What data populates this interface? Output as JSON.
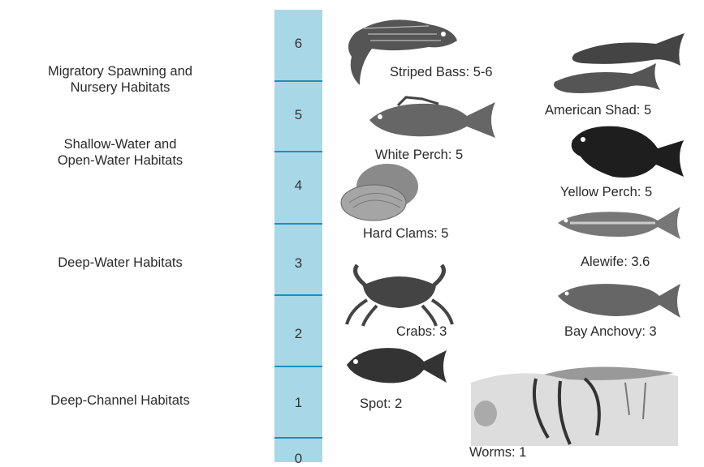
{
  "habitats": {
    "migratory": [
      "Migratory Spawning and",
      "Nursery Habitats"
    ],
    "shallow": [
      "Shallow-Water and",
      "Open-Water Habitats"
    ],
    "deep_water": "Deep-Water Habitats",
    "deep_channel": "Deep-Channel Habitats"
  },
  "scale": {
    "levels": [
      "6",
      "5",
      "4",
      "3",
      "2",
      "1",
      "0"
    ],
    "color": "#a8d8e8",
    "line_color": "#1d8fc0"
  },
  "organisms": {
    "striped_bass": "Striped Bass: 5-6",
    "american_shad": "American Shad: 5",
    "white_perch": "White Perch: 5",
    "yellow_perch": "Yellow Perch: 5",
    "hard_clams": "Hard Clams: 5",
    "alewife": "Alewife: 3.6",
    "crabs": "Crabs: 3",
    "bay_anchovy": "Bay Anchovy: 3",
    "spot": "Spot: 2",
    "worms": "Worms: 1"
  }
}
